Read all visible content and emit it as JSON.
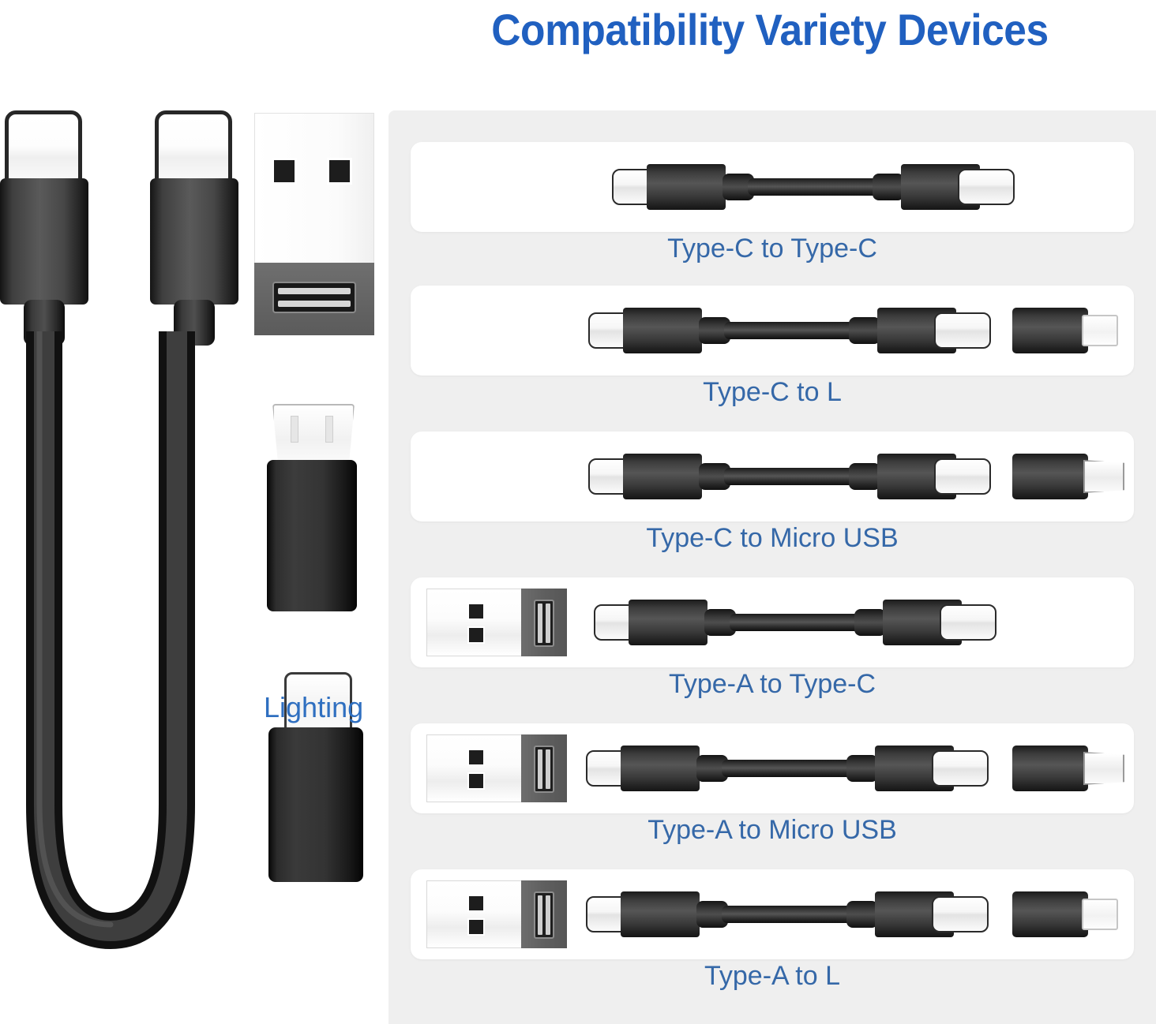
{
  "header": {
    "title": "Compatibility Variety Devices",
    "title_color": "#2060C0"
  },
  "theme": {
    "panel_background": "#efefef",
    "card_background": "#ffffff",
    "label_color": "#3568A8",
    "connector_dark": "#3a3a3a",
    "connector_light": "#ffffff"
  },
  "left_column": {
    "items": [
      {
        "name": "usb-c-connector-left",
        "type": "usb-c-male"
      },
      {
        "name": "usb-c-connector-right",
        "type": "usb-c-male"
      },
      {
        "name": "usb-a-to-usb-c-adapter",
        "type": "usb-a-adapter"
      },
      {
        "name": "micro-usb-adapter",
        "type": "micro-usb-adapter"
      },
      {
        "name": "lightning-adapter",
        "type": "lightning-adapter",
        "label": "Lighting"
      }
    ],
    "lightning_label": "Lighting"
  },
  "panel": {
    "rows": [
      {
        "id": "type-c-to-type-c",
        "label": "Type-C to Type-C",
        "parts": [
          "usb-c-male",
          "cable",
          "usb-c-male"
        ],
        "has_usb_a_adapter": false,
        "end_adapter": "none"
      },
      {
        "id": "type-c-to-lightning",
        "label": "Type-C to L",
        "parts": [
          "usb-c-male",
          "cable",
          "usb-c-male",
          "lightning-adapter"
        ],
        "has_usb_a_adapter": false,
        "end_adapter": "lightning"
      },
      {
        "id": "type-c-to-micro-usb",
        "label": "Type-C to Micro USB",
        "parts": [
          "usb-c-male",
          "cable",
          "usb-c-male",
          "micro-usb-adapter"
        ],
        "has_usb_a_adapter": false,
        "end_adapter": "micro-usb"
      },
      {
        "id": "type-a-to-type-c",
        "label": "Type-A to Type-C",
        "parts": [
          "usb-a-adapter",
          "usb-c-male",
          "cable",
          "usb-c-male"
        ],
        "has_usb_a_adapter": true,
        "end_adapter": "none"
      },
      {
        "id": "type-a-to-micro-usb",
        "label": "Type-A to Micro USB",
        "parts": [
          "usb-a-adapter",
          "usb-c-male",
          "cable",
          "usb-c-male",
          "micro-usb-adapter"
        ],
        "has_usb_a_adapter": true,
        "end_adapter": "micro-usb"
      },
      {
        "id": "type-a-to-lightning",
        "label": "Type-A to L",
        "parts": [
          "usb-a-adapter",
          "usb-c-male",
          "cable",
          "usb-c-male",
          "lightning-adapter"
        ],
        "has_usb_a_adapter": true,
        "end_adapter": "lightning"
      }
    ]
  }
}
